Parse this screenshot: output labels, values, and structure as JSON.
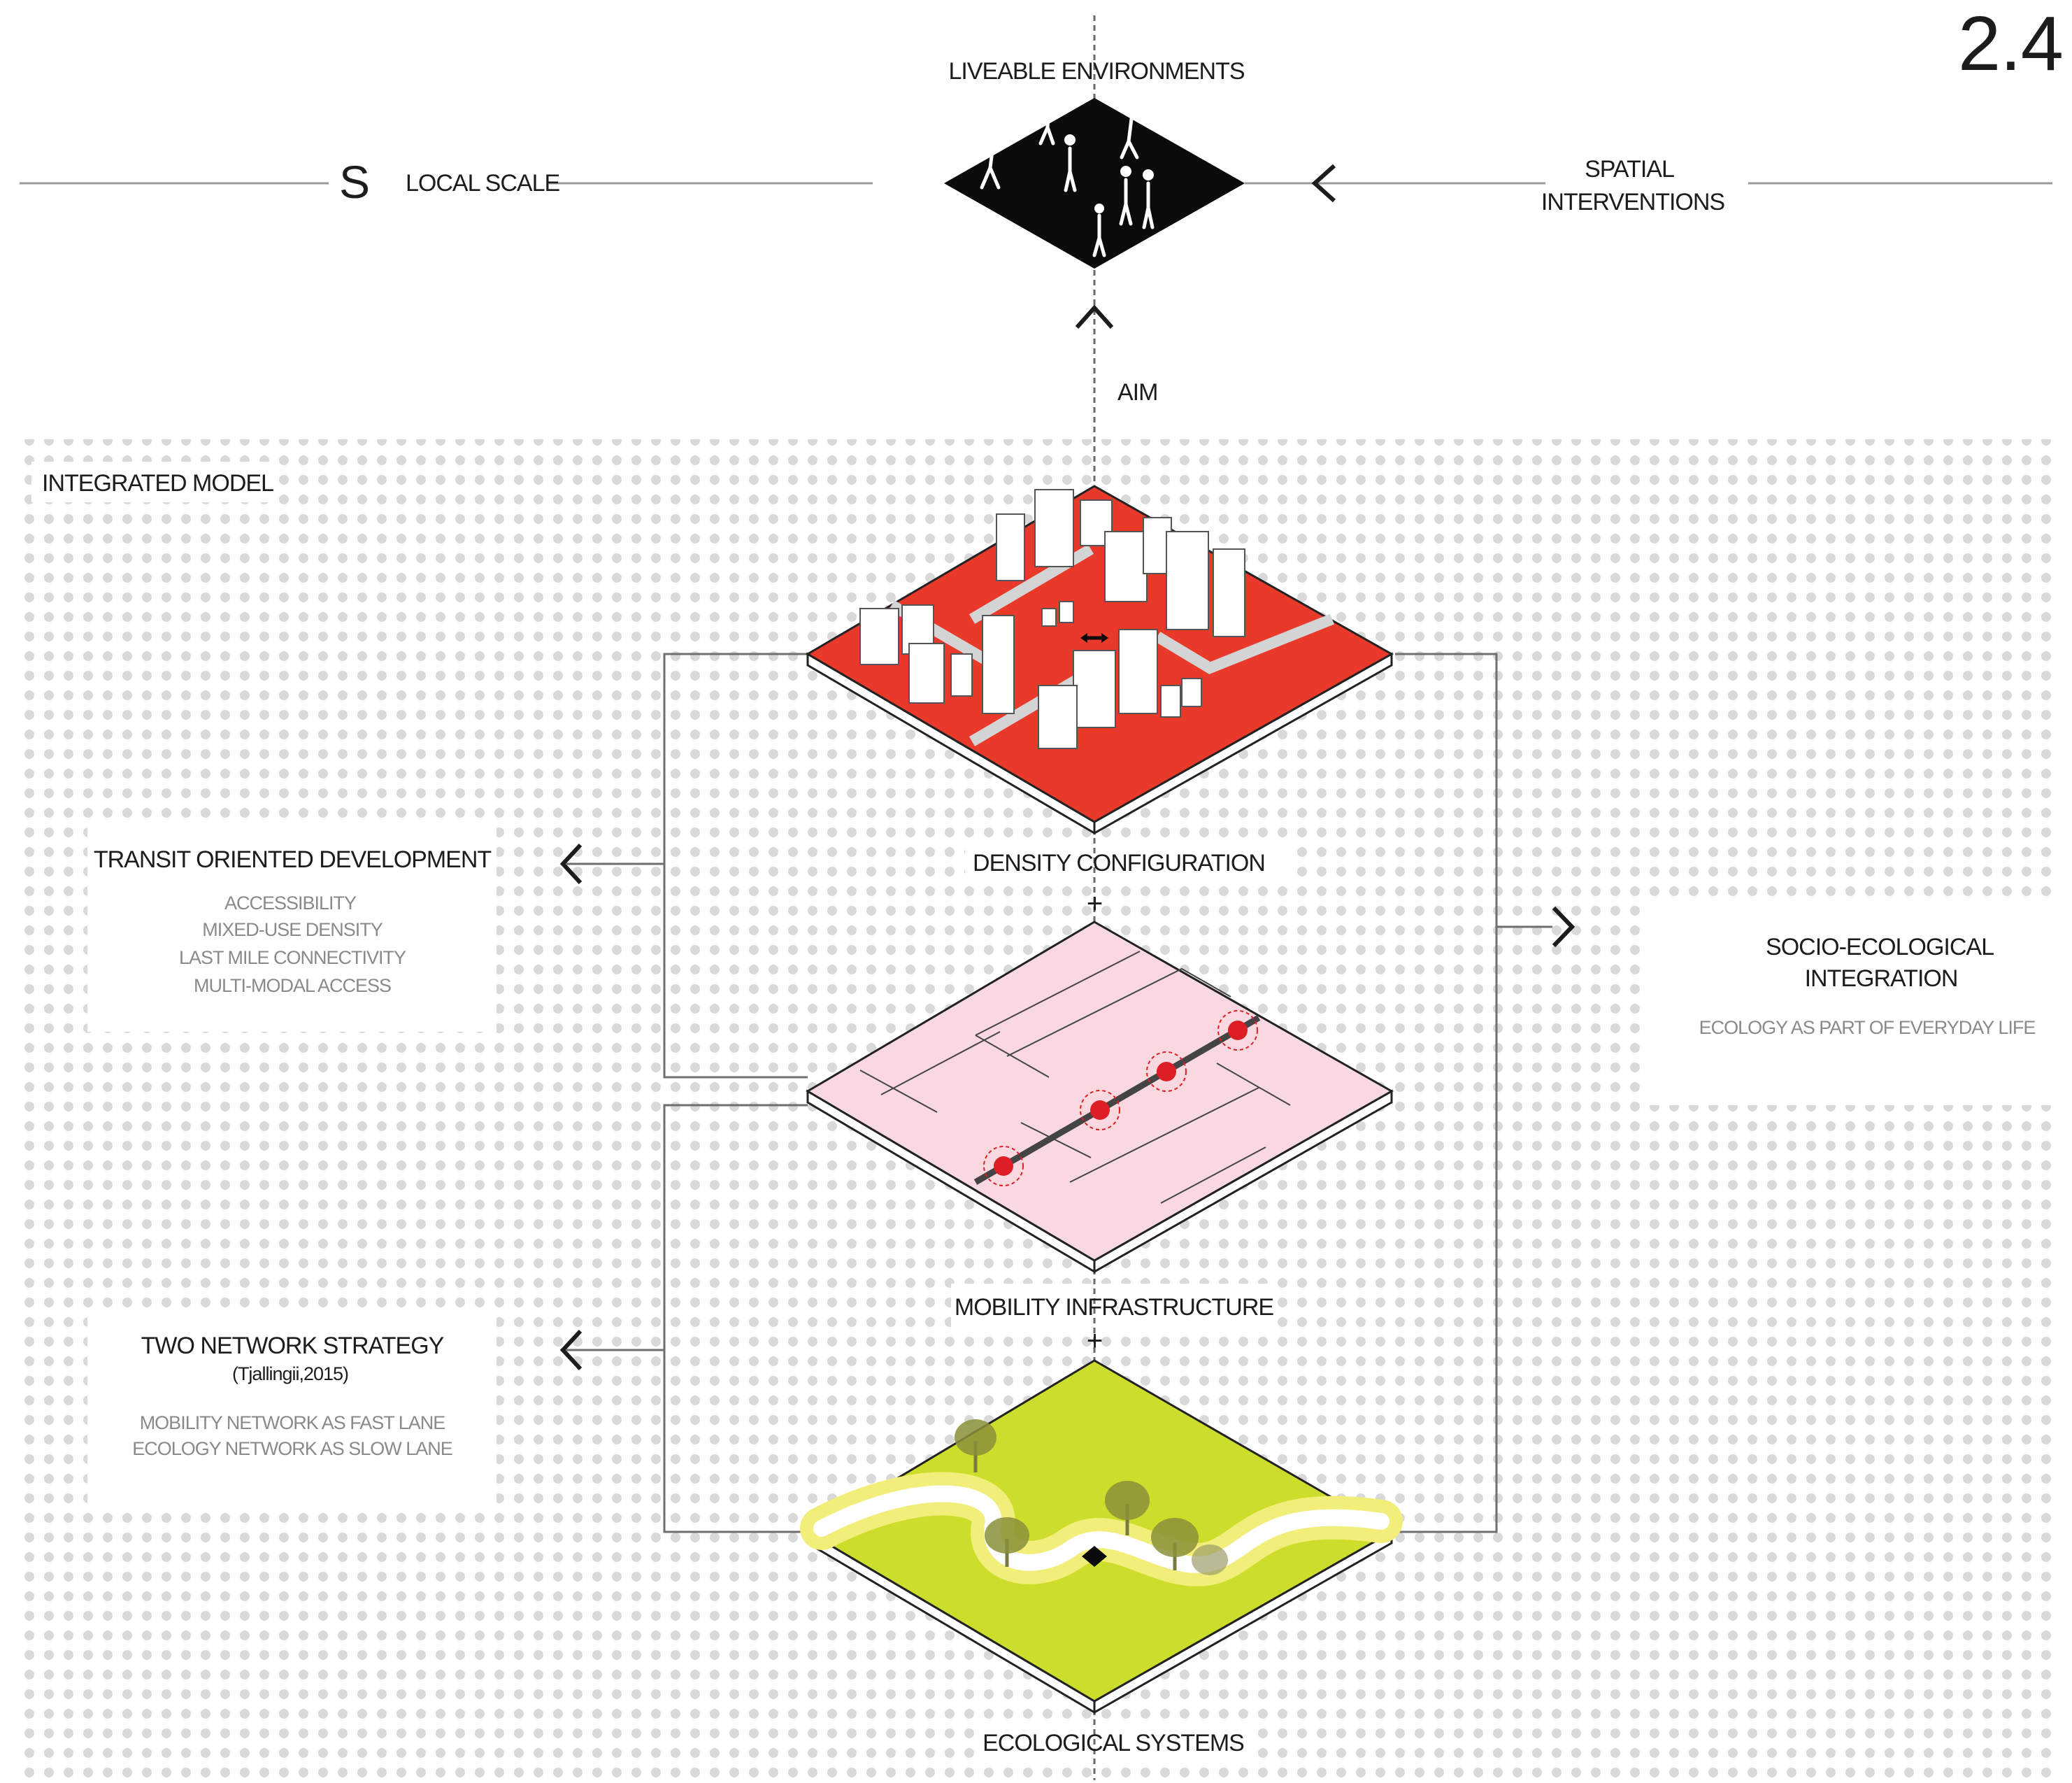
{
  "page_number": "2.4",
  "header": {
    "s_mark": "S",
    "local_scale": "LOCAL SCALE",
    "liveable": "LIVEABLE ENVIRONMENTS",
    "spatial_line1": "SPATIAL",
    "spatial_line2": "INTERVENTIONS",
    "aim": "AIM"
  },
  "model": {
    "title": "INTEGRATED  MODEL",
    "layers": {
      "density": "DENSITY CONFIGURATION",
      "mobility": "MOBILITY INFRASTRUCTURE",
      "ecology": "ECOLOGICAL SYSTEMS",
      "plus": "+"
    }
  },
  "left_boxes": {
    "tod": {
      "title": "TRANSIT ORIENTED DEVELOPMENT",
      "items": [
        "ACCESSIBILITY",
        "MIXED-USE DENSITY",
        "LAST MILE CONNECTIVITY",
        "MULTI-MODAL ACCESS"
      ]
    },
    "two_network": {
      "title": "TWO NETWORK STRATEGY",
      "citation": "(Tjallingii,2015)",
      "items": [
        "MOBILITY  NETWORK AS FAST LANE",
        "ECOLOGY NETWORK AS SLOW LANE"
      ]
    }
  },
  "right_box": {
    "title_line1": "SOCIO-ECOLOGICAL",
    "title_line2": "INTEGRATION",
    "item": "ECOLOGY AS PART OF EVERYDAY LIFE"
  },
  "colors": {
    "density_red": "#e8392a",
    "mobility_pink": "#f9d9df",
    "ecology_green": "#cddd2b",
    "station_red": "#dd1f25",
    "dot_grey": "#d9d9d9"
  }
}
